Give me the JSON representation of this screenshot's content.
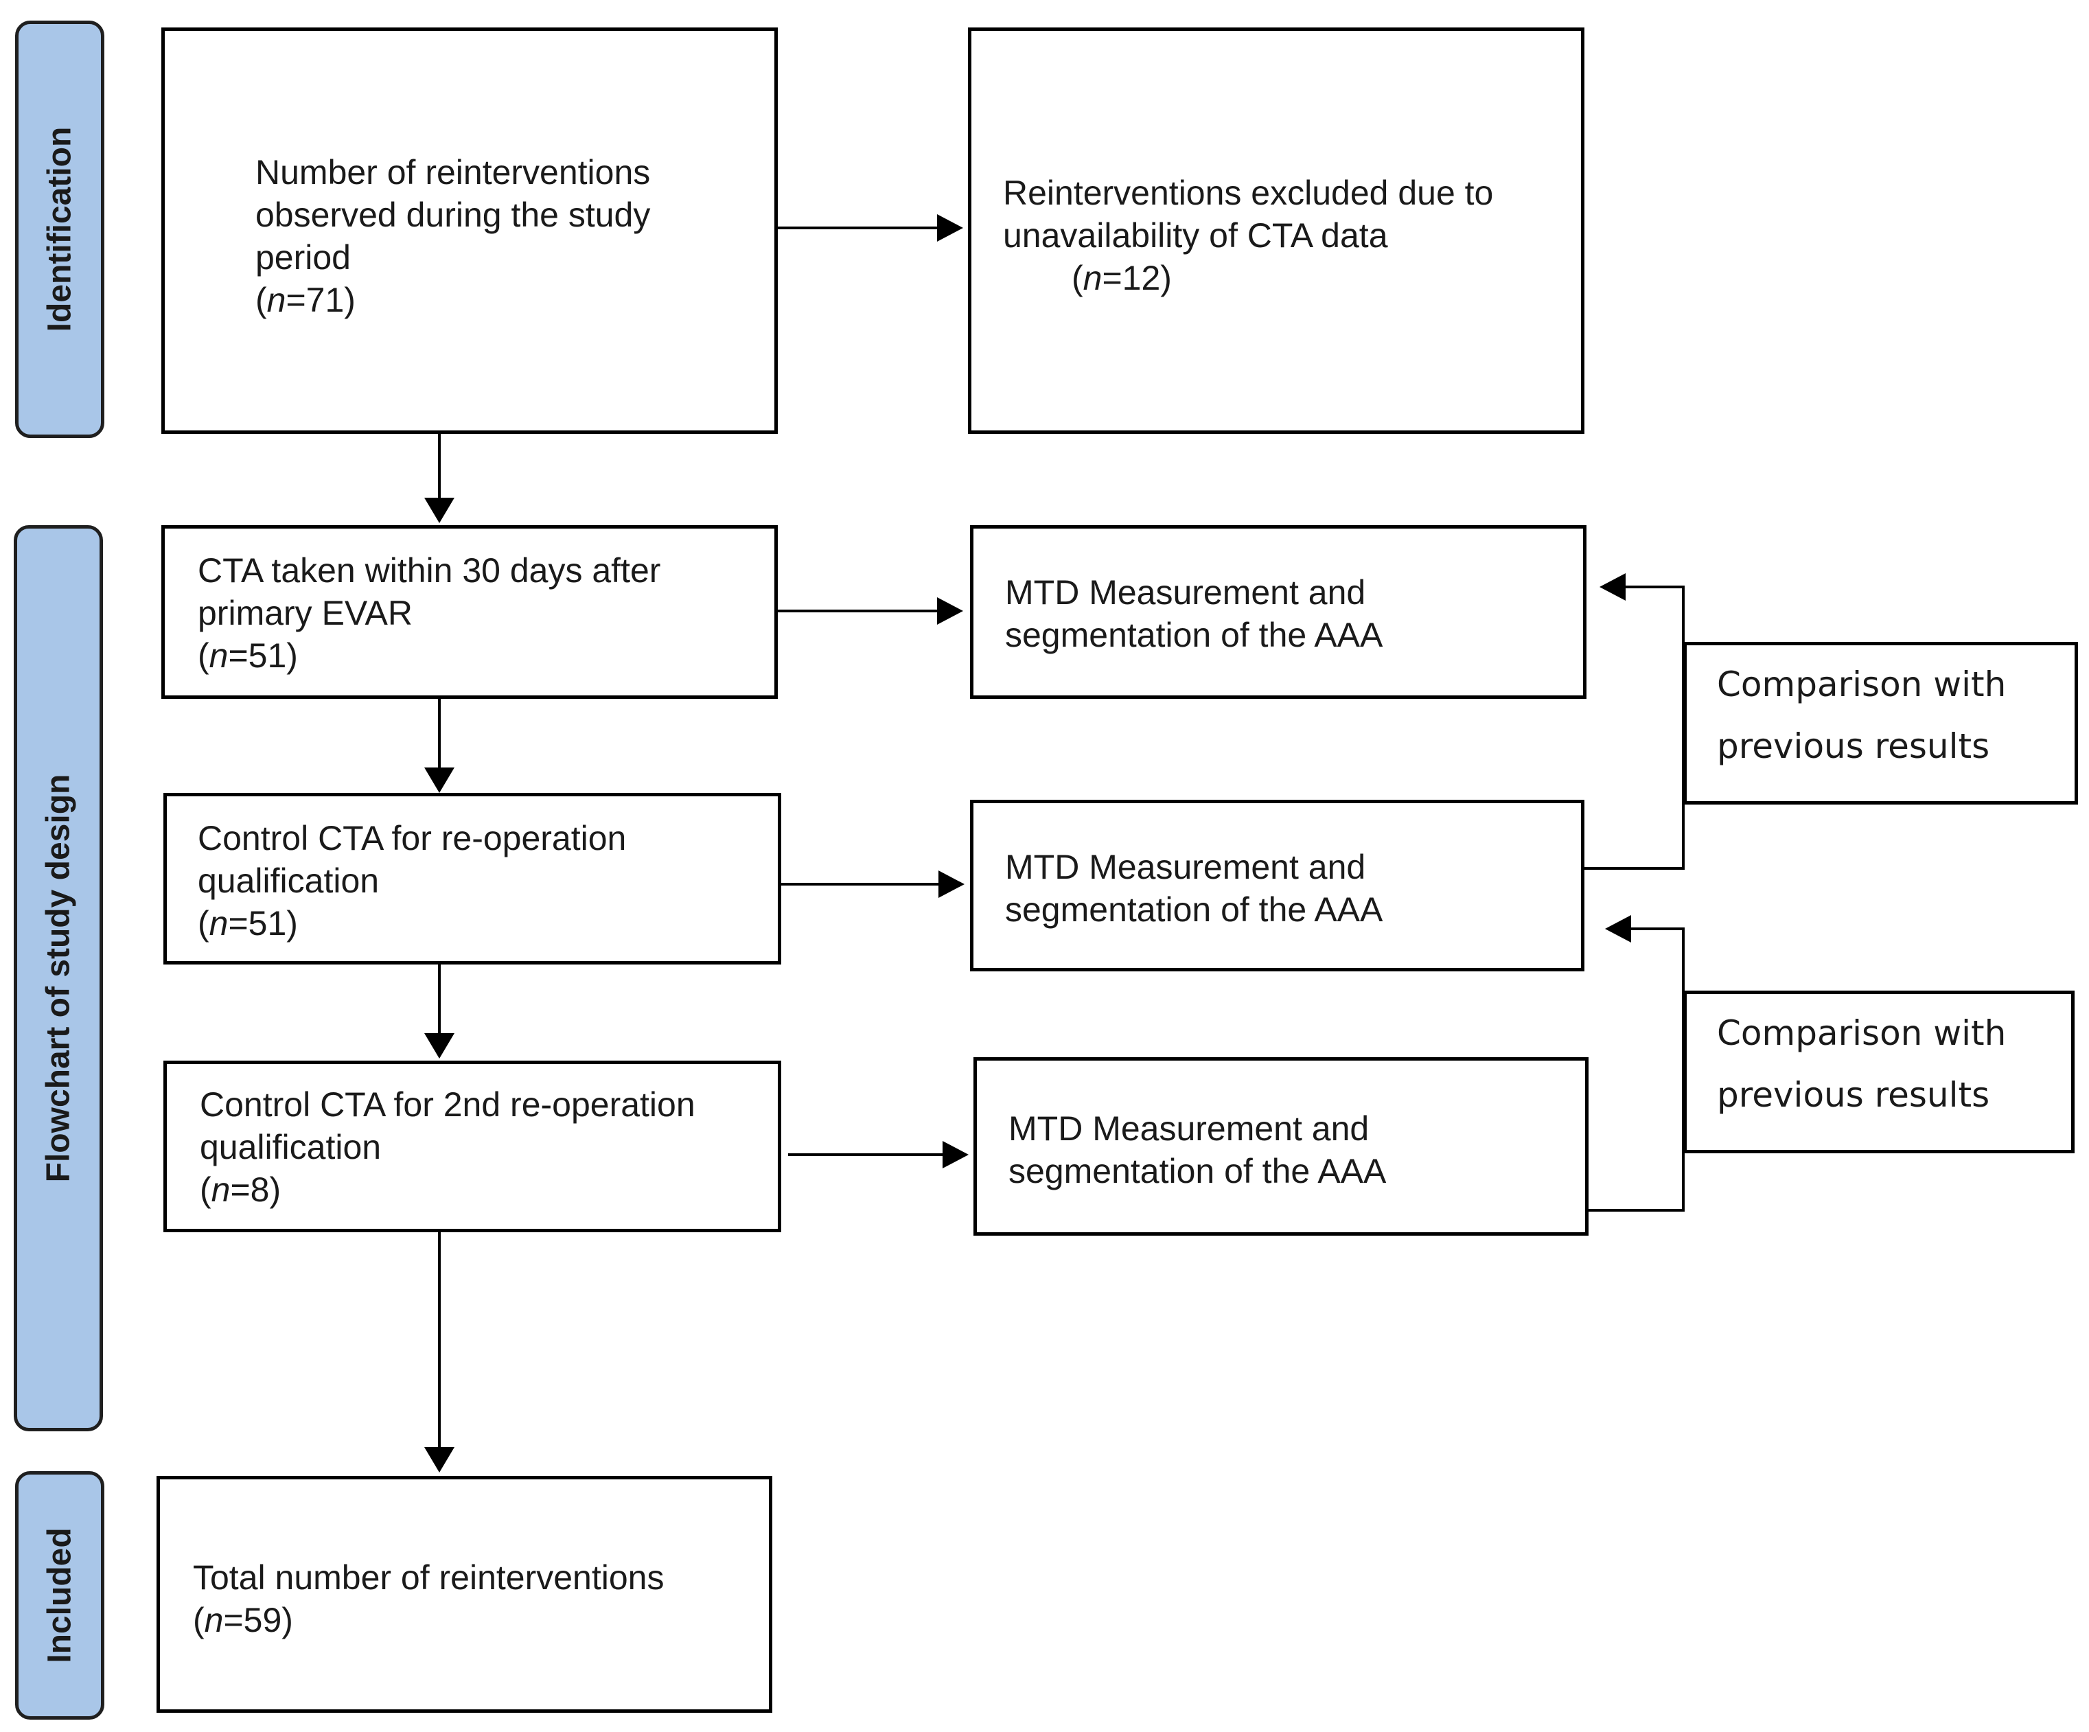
{
  "phases": {
    "identification": {
      "label": "Identification",
      "fill": "#a9c6e8"
    },
    "study_design": {
      "label": "Flowchart of study design",
      "fill": "#a9c6e8"
    },
    "included": {
      "label": "Included",
      "fill": "#a9c6e8"
    }
  },
  "boxes": {
    "reinterventions_observed": {
      "line1": "Number of reinterventions",
      "line2": "observed during the study",
      "line3": "period",
      "count_open": "(",
      "count_n": "n",
      "count_rest": "=71)"
    },
    "excluded": {
      "line1": "Reinterventions excluded due to",
      "line2": "unavailability of CTA data",
      "count_open": "(",
      "count_n": "n",
      "count_rest": "=12)"
    },
    "cta_30_days": {
      "line1": "CTA taken within 30 days after",
      "line2": "primary EVAR",
      "count_open": "(",
      "count_n": "n",
      "count_rest": "=51)"
    },
    "control_cta_reop": {
      "line1": "Control CTA for re-operation",
      "line2": "qualification",
      "count_open": "(",
      "count_n": "n",
      "count_rest": "=51)"
    },
    "control_cta_2nd_reop": {
      "line1": "Control CTA for 2nd re-operation",
      "line2": "qualification",
      "count_open": "(",
      "count_n": "n",
      "count_rest": "=8)"
    },
    "total_included": {
      "line1": "Total number of reinterventions",
      "count_open": "(",
      "count_n": "n",
      "count_rest": "=59)"
    },
    "mtd_1": {
      "line1": "MTD Measurement and",
      "line2": "segmentation of the AAA"
    },
    "mtd_2": {
      "line1": "MTD Measurement and",
      "line2": "segmentation of the AAA"
    },
    "mtd_3": {
      "line1": "MTD Measurement and",
      "line2": "segmentation of the AAA"
    },
    "comparison_1": {
      "line1": "Comparison with",
      "line2": "previous results"
    },
    "comparison_2": {
      "line1": "Comparison with",
      "line2": "previous results"
    }
  }
}
